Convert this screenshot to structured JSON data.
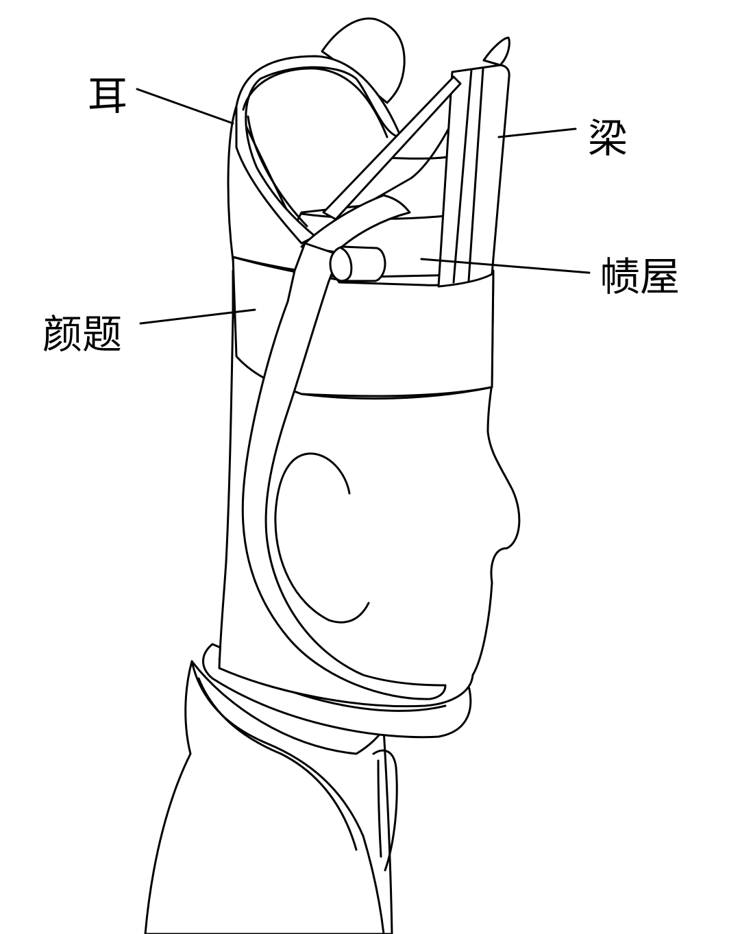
{
  "labels": {
    "er": "耳",
    "liang": "梁",
    "zewu": "帻屋",
    "yanti": "颜题"
  },
  "colors": {
    "stroke": "#000000",
    "background": "#ffffff"
  }
}
